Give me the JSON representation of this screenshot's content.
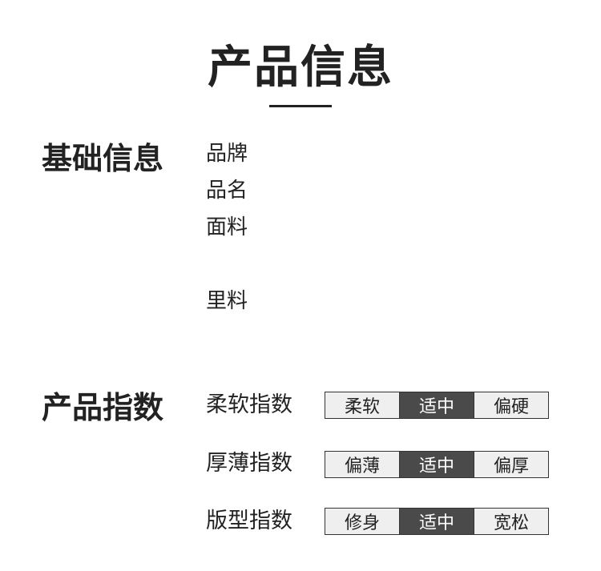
{
  "title": "产品信息",
  "basic_info": {
    "heading": "基础信息",
    "fields": [
      "品牌",
      "品名",
      "面料",
      "里料"
    ]
  },
  "product_index": {
    "heading": "产品指数",
    "rows": [
      {
        "label": "柔软指数",
        "options": [
          "柔软",
          "适中",
          "偏硬"
        ],
        "selected": 1
      },
      {
        "label": "厚薄指数",
        "options": [
          "偏薄",
          "适中",
          "偏厚"
        ],
        "selected": 1
      },
      {
        "label": "版型指数",
        "options": [
          "修身",
          "适中",
          "宽松"
        ],
        "selected": 1
      }
    ]
  },
  "colors": {
    "text": "#222222",
    "cell_background": "#efefef",
    "selected_background": "#4a4a4a",
    "selected_text": "#ffffff"
  }
}
